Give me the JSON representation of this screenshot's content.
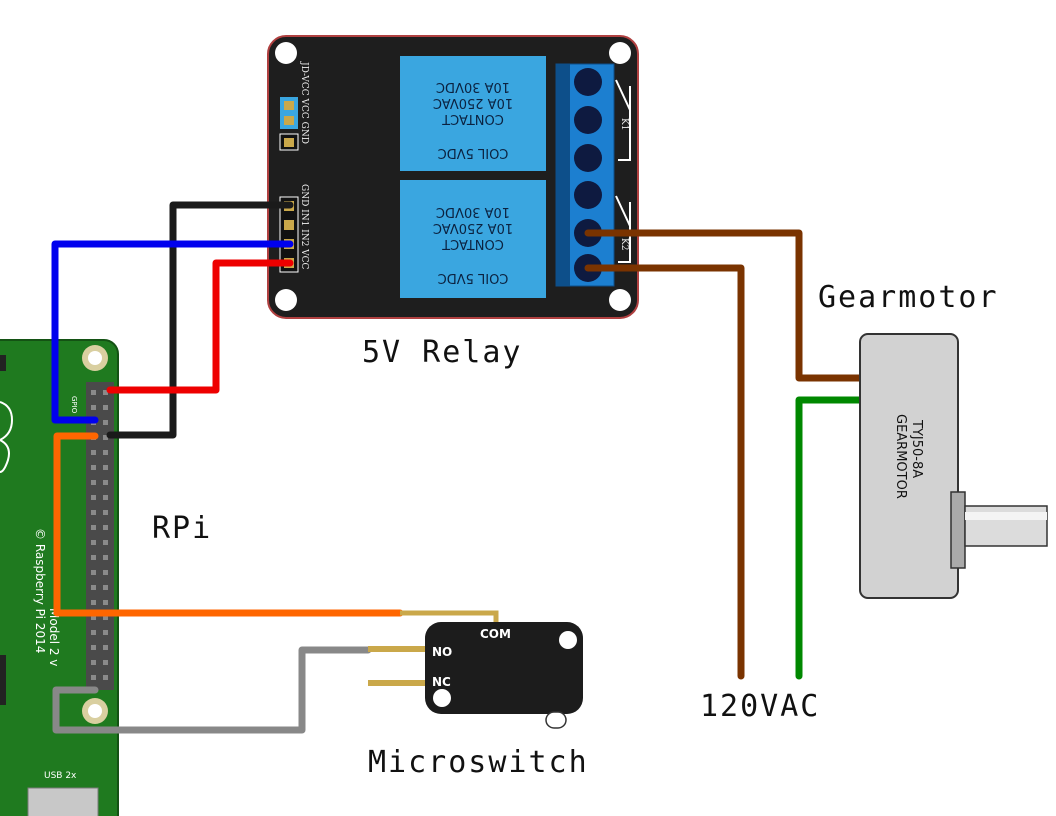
{
  "labels": {
    "relay": "5V Relay",
    "gearmotor": "Gearmotor",
    "rpi": "RPi",
    "microswitch": "Microswitch",
    "mains": "120VAC"
  },
  "relay": {
    "coil": "COIL 5VDC",
    "contact": "CONTACT",
    "rating_ac": "10A 250VAC",
    "rating_dc": "10A 30VDC",
    "k1": "K1",
    "k2": "K2",
    "jumper_pins": "JD-VCC  VCC  GND",
    "header_pins": "GND  IN1  IN2  VCC"
  },
  "rpi": {
    "gpio": "GPIO",
    "copyright": "© Raspberry Pi 2014",
    "model": "Model 2 v",
    "usb": "USB 2x"
  },
  "switch": {
    "com": "COM",
    "no": "NO",
    "nc": "NC"
  },
  "motor": {
    "model": "TYJ50-8A",
    "type": "GEARMOTOR"
  },
  "colors": {
    "wire_black": "#1a1a1a",
    "wire_blue": "#0000ee",
    "wire_red": "#ee0000",
    "wire_orange": "#ff6600",
    "wire_gray": "#888888",
    "wire_brown": "#7a3300",
    "wire_green": "#008800",
    "relay_board": "#1e1e1e",
    "relay_module": "#3aa6e0",
    "terminal_block": "#1c7fd0",
    "rpi_board": "#1f7a1f",
    "motor_body": "#d2d2d2"
  }
}
